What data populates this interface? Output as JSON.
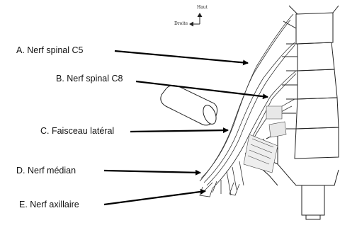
{
  "orientation": {
    "up_label": "Haut",
    "side_label": "Droite"
  },
  "labels": [
    {
      "id": "A",
      "text": "A.    Nerf spinal C5"
    },
    {
      "id": "B",
      "text": "B. Nerf spinal C8"
    },
    {
      "id": "C",
      "text": "C. Faisceau latéral"
    },
    {
      "id": "D",
      "text": "D. Nerf médian"
    },
    {
      "id": "E",
      "text": "E. Nerf axillaire"
    }
  ],
  "colors": {
    "line": "#111111",
    "arrow": "#000000",
    "background": "#ffffff"
  }
}
